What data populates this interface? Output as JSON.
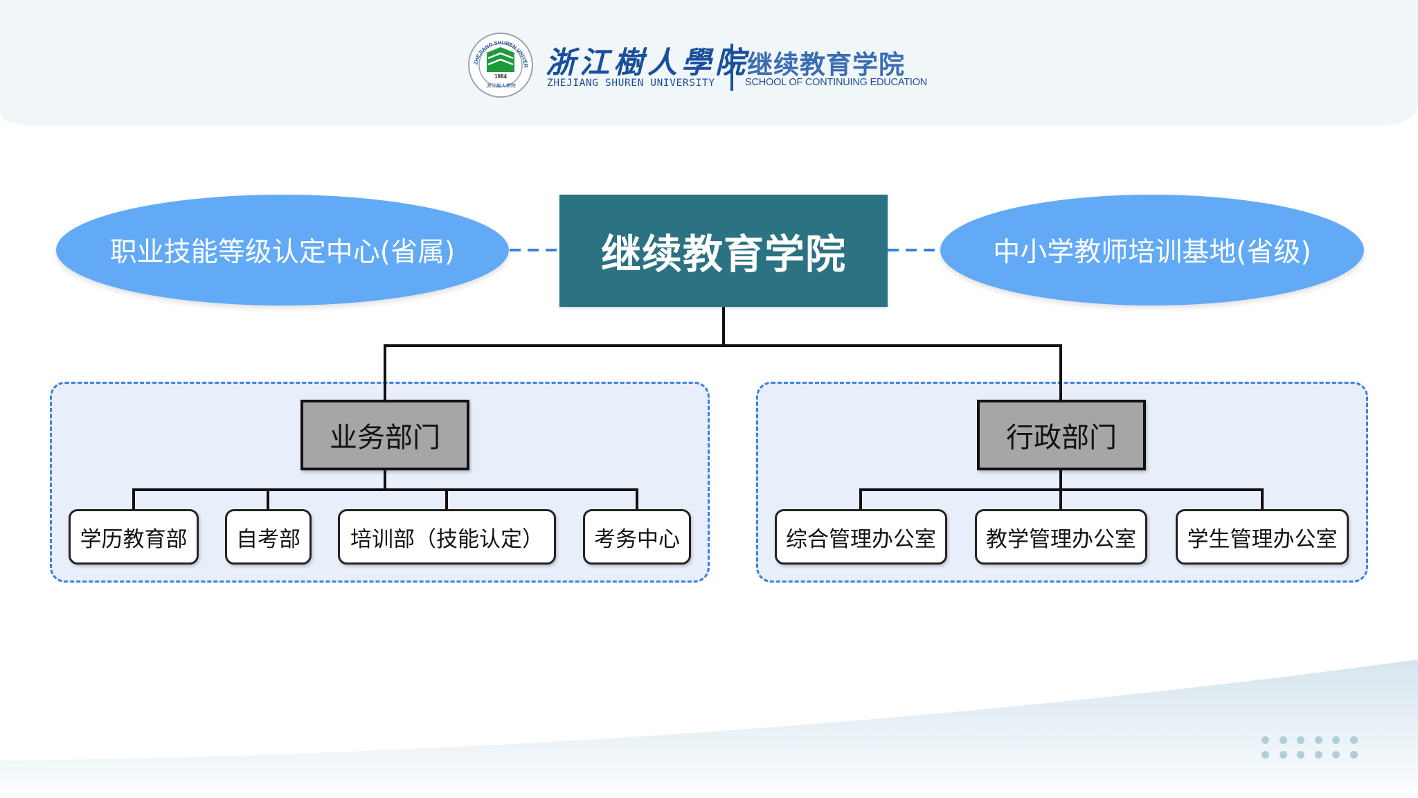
{
  "header": {
    "university_cn": "浙江樹人學院",
    "university_en": "ZHEJIANG SHUREN UNIVERSITY",
    "school_cn": "继续教育学院",
    "school_en": "SCHOOL OF CONTINUING EDUCATION",
    "seal": {
      "ring_text": "ZHEJIANG SHUREN UNIVERSITY",
      "year": "1984",
      "bottom_text": "浙江樹人學院"
    }
  },
  "org_chart": {
    "root": "继续教育学院",
    "affiliates": {
      "left": "职业技能等级认定中心(省属)",
      "right": "中小学教师培训基地(省级)"
    },
    "departments": [
      {
        "name": "业务部门",
        "units": [
          "学历教育部",
          "自考部",
          "培训部（技能认定）",
          "考务中心"
        ]
      },
      {
        "name": "行政部门",
        "units": [
          "综合管理办公室",
          "教学管理办公室",
          "学生管理办公室"
        ]
      }
    ]
  },
  "colors": {
    "root_fill": "#2b7282",
    "affiliate_fill": "#62aaf5",
    "dept_fill": "#a6a6a6",
    "group_border": "#3b7fe0",
    "group_fill": "#e8effb",
    "brand_blue": "#1a4f9c"
  }
}
